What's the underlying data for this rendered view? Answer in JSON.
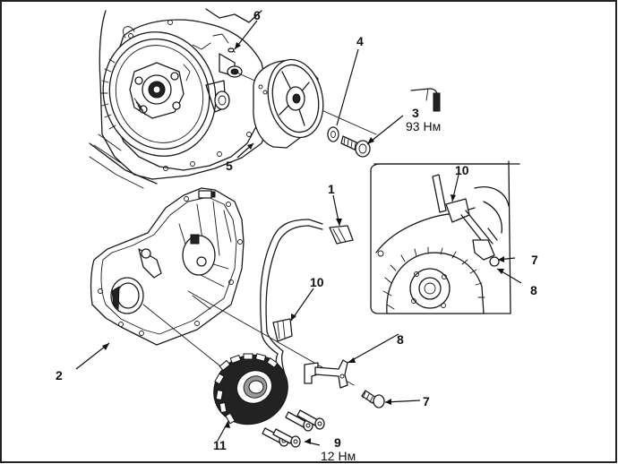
{
  "diagram": {
    "title": "",
    "callouts": [
      {
        "id": "1",
        "label": "1"
      },
      {
        "id": "2",
        "label": "2"
      },
      {
        "id": "3",
        "label": "3"
      },
      {
        "id": "4",
        "label": "4"
      },
      {
        "id": "5",
        "label": "5"
      },
      {
        "id": "6",
        "label": "6"
      },
      {
        "id": "7",
        "label": "7"
      },
      {
        "id": "7b",
        "label": "7"
      },
      {
        "id": "8",
        "label": "8"
      },
      {
        "id": "8b",
        "label": "8"
      },
      {
        "id": "9",
        "label": "9"
      },
      {
        "id": "10",
        "label": "10"
      },
      {
        "id": "10b",
        "label": "10"
      },
      {
        "id": "11",
        "label": "11"
      }
    ],
    "torque_specs": [
      {
        "callout": "3",
        "value": "93 Нм"
      },
      {
        "callout": "9",
        "value": "12 Нм"
      }
    ],
    "components": [
      {
        "name": "engine-crankcase",
        "description": "crankcase with clutch"
      },
      {
        "name": "flywheel-rotor",
        "callout": "5"
      },
      {
        "name": "washer",
        "callout": "4"
      },
      {
        "name": "flywheel-bolt",
        "callout": "3"
      },
      {
        "name": "dowel-pin",
        "callout": "6"
      },
      {
        "name": "alternator-cover",
        "callout": "2"
      },
      {
        "name": "connector",
        "callout": "1"
      },
      {
        "name": "grommet",
        "callout": "10"
      },
      {
        "name": "wire-clamp",
        "callout": "8"
      },
      {
        "name": "clamp-bolt",
        "callout": "7"
      },
      {
        "name": "stator-bolts",
        "callout": "9"
      },
      {
        "name": "stator",
        "callout": "11"
      },
      {
        "name": "detail-inset",
        "description": "installed stator wiring routing"
      }
    ],
    "icons": {
      "torque_wrench": "torque-wrench-icon"
    }
  }
}
